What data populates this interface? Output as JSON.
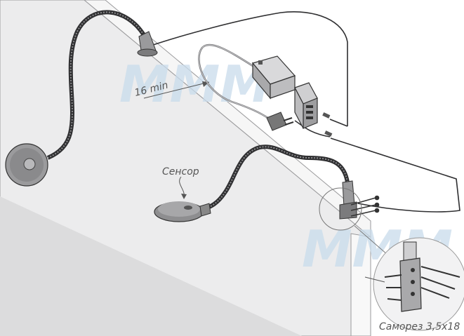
{
  "diagram": {
    "dimension_label": "16 min",
    "sensor_label": "Сенсор",
    "screw_label": "Саморез 3,5х18",
    "watermark_text": "MMM"
  },
  "colors": {
    "panel_face": "#e9e9ea",
    "panel_shadow": "#d4d4d6",
    "edge": "#ffffff",
    "metal": "#8a8a8c",
    "dark": "#3a3a3c",
    "watermark": "#c9dcec"
  }
}
